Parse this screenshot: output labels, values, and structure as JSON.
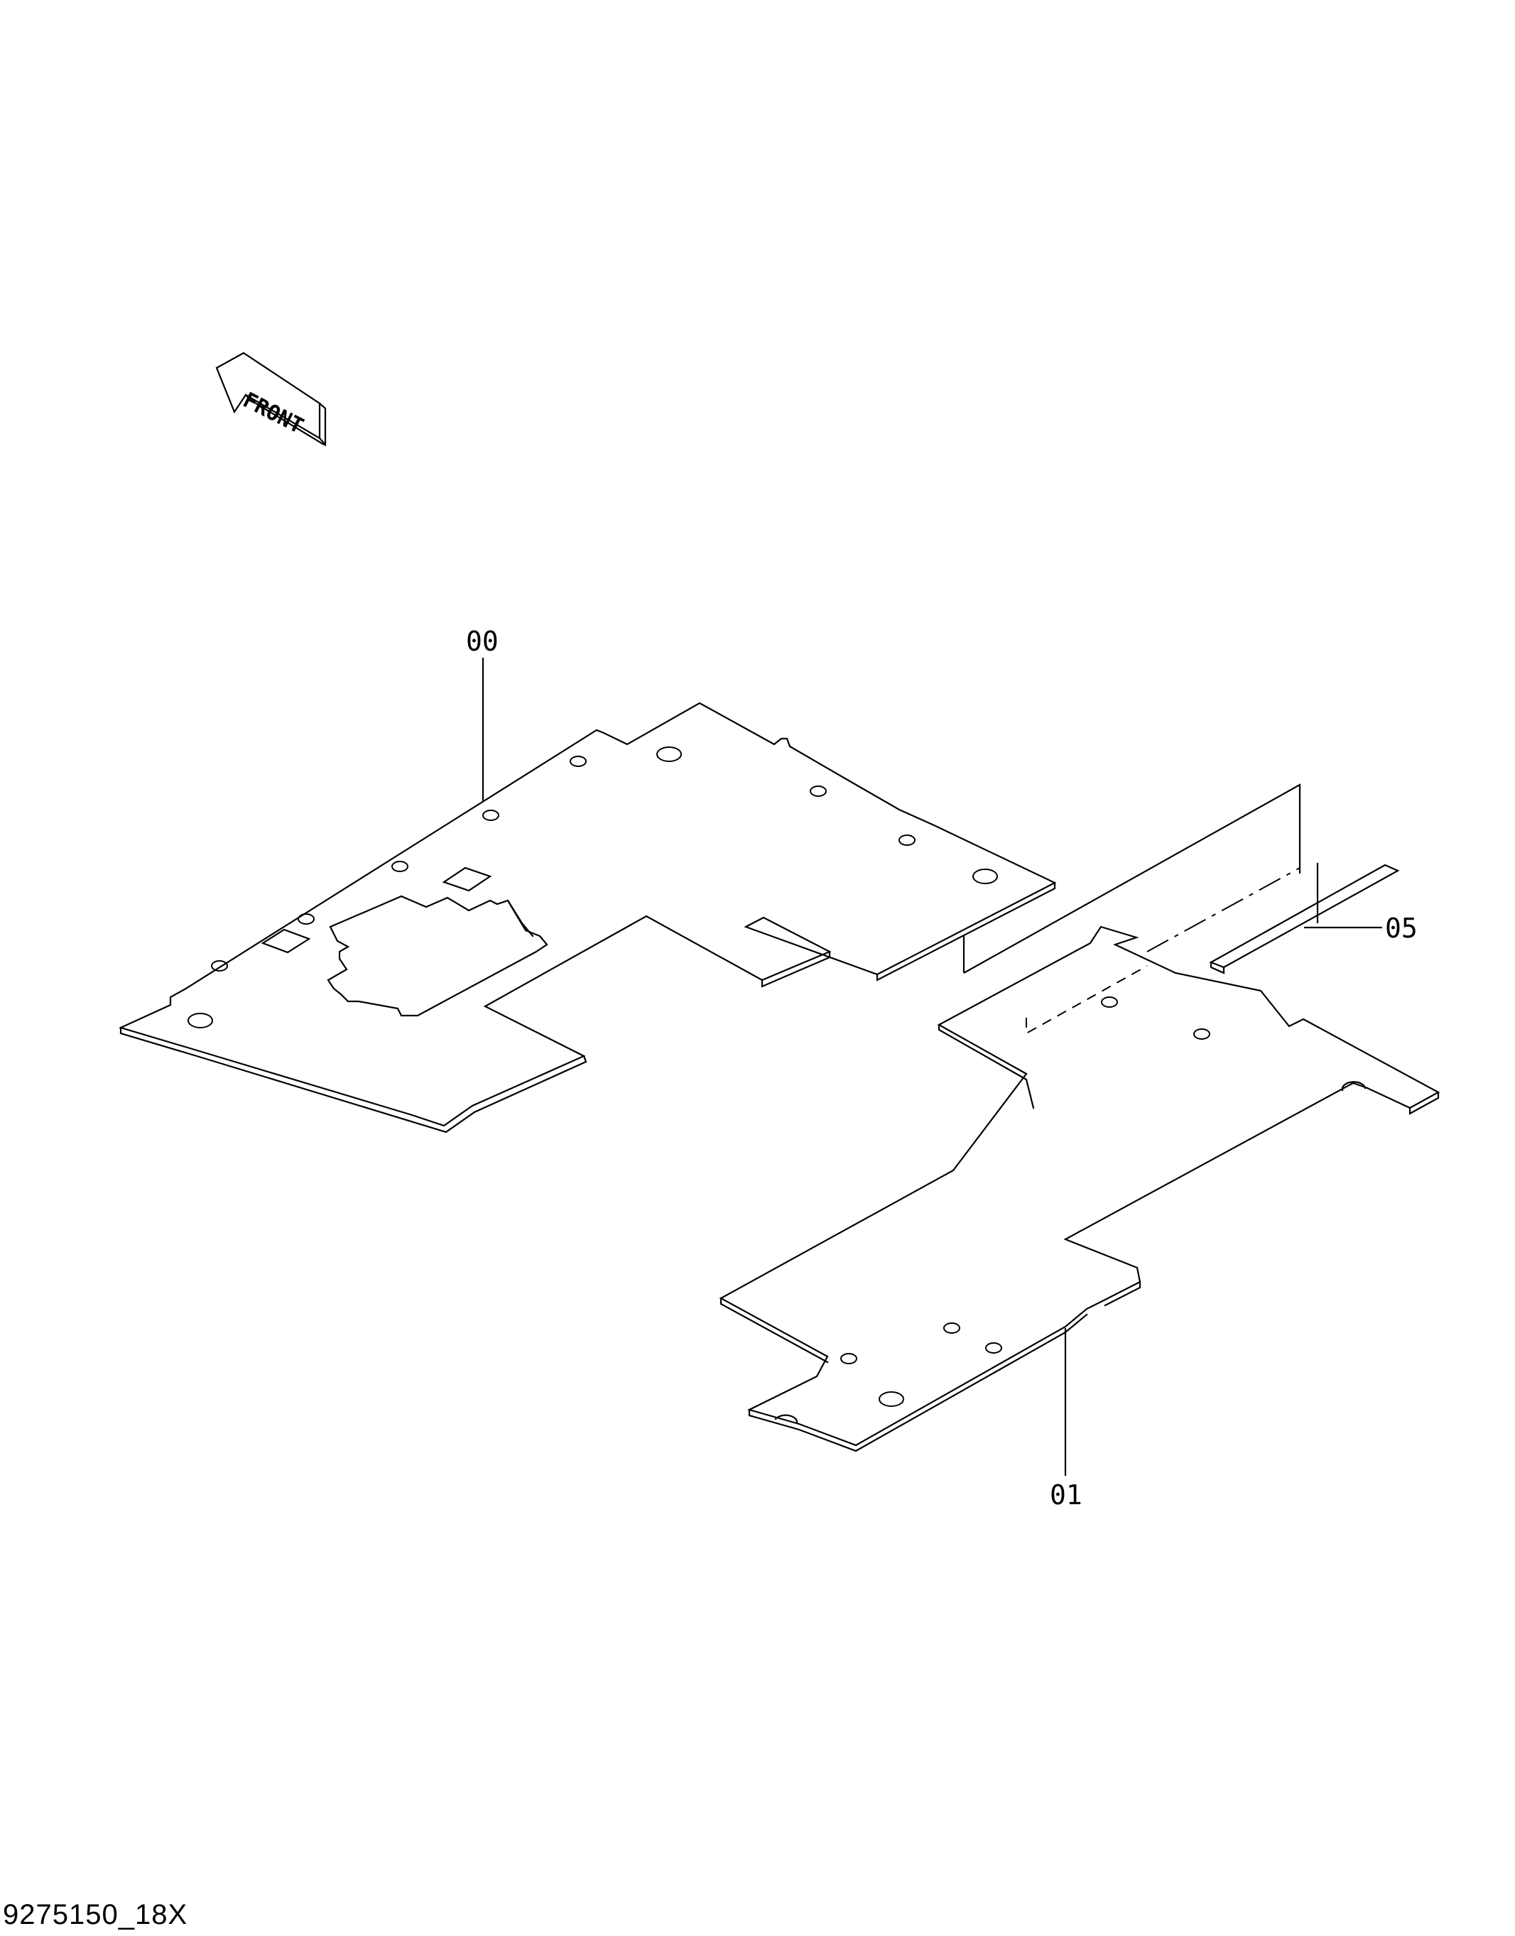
{
  "front_indicator": {
    "label": "FRONT",
    "icon": "front-arrow-icon"
  },
  "callouts": [
    {
      "id": "callout-00",
      "label": "00"
    },
    {
      "id": "callout-01",
      "label": "01"
    },
    {
      "id": "callout-05",
      "label": "05"
    }
  ],
  "drawing_number": "9275150_18X",
  "colors": {
    "line": "#000000",
    "background": "#ffffff"
  }
}
